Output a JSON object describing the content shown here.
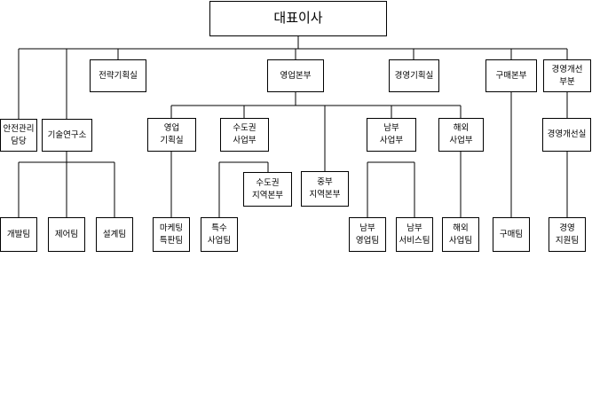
{
  "org": {
    "ceo": "대표이사",
    "strategy": "전략기획실",
    "sales_hq": "영업본부",
    "mgmt_plan": "경영기획실",
    "purchase_hq": "구매본부",
    "mgmt_improve_div": "경영개선\n부분",
    "safety": "안전관리\n담당",
    "rnd": "기술연구소",
    "sales_plan": "영업\n기획실",
    "capital_biz": "수도권\n사업부",
    "south_biz": "남부\n사업부",
    "overseas_biz": "해외\n사업부",
    "mgmt_improve_office": "경영개선실",
    "capital_region": "수도권\n지역본부",
    "central_region": "중부\n지역본부",
    "dev_team": "개발팀",
    "control_team": "제어팀",
    "design_team": "설계팀",
    "marketing_team": "마케팅\n특판팀",
    "special_team": "특수\n사업팀",
    "south_sales_team": "남부\n영업팀",
    "south_service_team": "남부\n서비스팀",
    "overseas_team": "해외\n사업팀",
    "purchase_team": "구매팀",
    "mgmt_support_team": "경영\n지원팀"
  }
}
